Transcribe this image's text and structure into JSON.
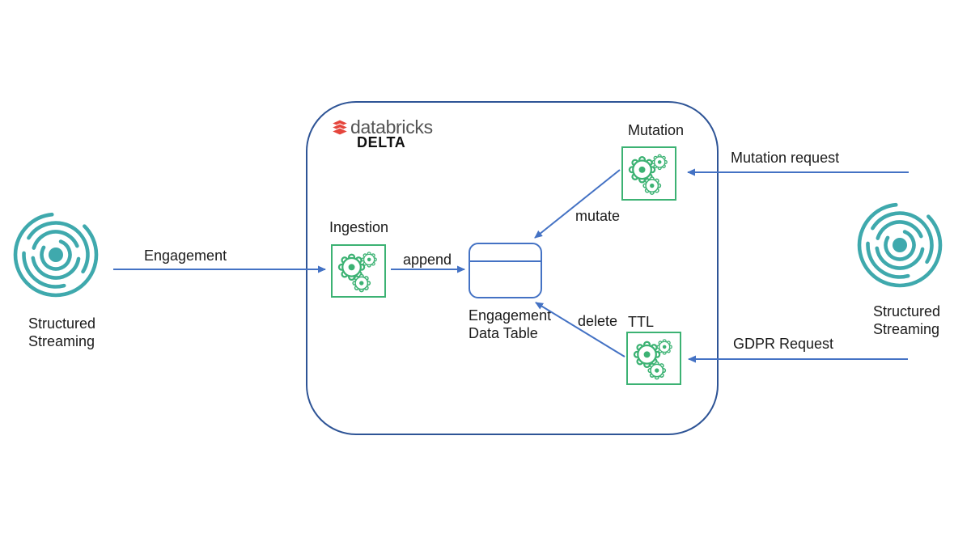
{
  "container": {
    "brand": "databricks",
    "delta_label": "DELTA"
  },
  "nodes": {
    "ingestion": {
      "label": "Ingestion"
    },
    "mutation": {
      "label": "Mutation"
    },
    "ttl": {
      "label": "TTL"
    },
    "engagement_table": {
      "label_line1": "Engagement",
      "label_line2": "Data Table"
    }
  },
  "sources": {
    "left": {
      "label_line1": "Structured",
      "label_line2": "Streaming"
    },
    "right": {
      "label_line1": "Structured",
      "label_line2": "Streaming"
    }
  },
  "edges": {
    "engagement": {
      "label": "Engagement",
      "from": "structured-streaming-left",
      "to": "ingestion"
    },
    "append": {
      "label": "append",
      "from": "ingestion",
      "to": "engagement_table"
    },
    "mutate": {
      "label": "mutate",
      "from": "mutation",
      "to": "engagement_table"
    },
    "delete": {
      "label": "delete",
      "from": "ttl",
      "to": "engagement_table"
    },
    "mutation_request": {
      "label": "Mutation request",
      "from": "external-right",
      "to": "mutation"
    },
    "gdpr_request": {
      "label": "GDPR Request",
      "from": "external-right",
      "to": "ttl"
    }
  },
  "colors": {
    "arrow_blue": "#4472c4",
    "container_border_blue": "#2e5496",
    "process_green": "#3cb273",
    "table_blue": "#4472c4",
    "streaming_teal": "#3fa9ad",
    "brand_red": "#e5453c",
    "brand_gray": "#545454",
    "text": "#1b1b1b"
  }
}
